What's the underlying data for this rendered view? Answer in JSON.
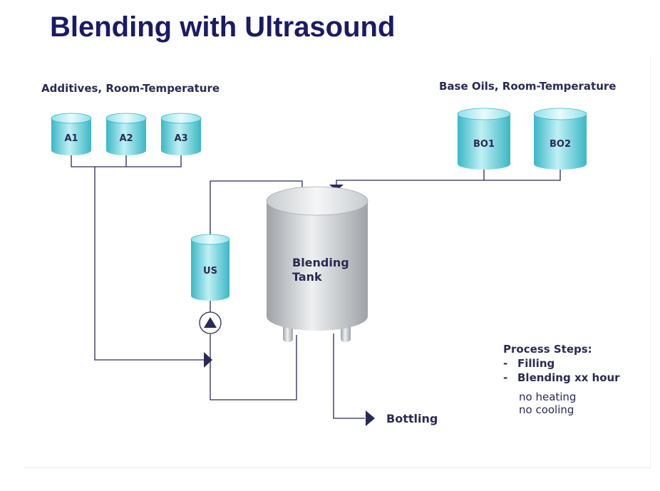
{
  "title": "Blending with Ultrasound",
  "groups": {
    "additives": "Additives, Room-Temperature",
    "base_oils": "Base Oils, Room-Temperature"
  },
  "tanks": {
    "a1": "A1",
    "a2": "A2",
    "a3": "A3",
    "bo1": "BO1",
    "bo2": "BO2",
    "us": "US",
    "blending_line1": "Blending",
    "blending_line2": "Tank"
  },
  "output": "Bottling",
  "process": {
    "heading": "Process Steps:",
    "steps": [
      "Filling",
      "Blending xx hour"
    ],
    "notes": [
      "no heating",
      "no cooling"
    ]
  },
  "colors": {
    "title": "#1a1a66",
    "pipe": "#2a2a5a",
    "teal_tank": "#4fc8d4",
    "grey_tank": "#b8bcc0"
  }
}
